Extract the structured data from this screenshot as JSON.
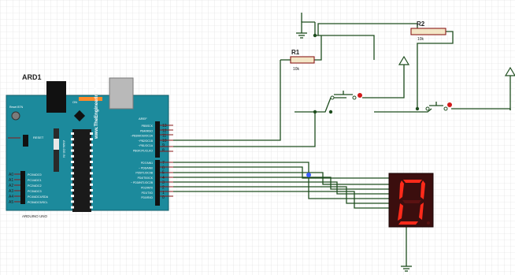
{
  "board": {
    "ref": "ARD1",
    "name": "ARDUINO UNO",
    "brand": "www.TheEngineeringProjects.com",
    "reset_label": "RESET",
    "reset_btn_label": "Reset BTN",
    "on_label": "ON",
    "aref": "AREF",
    "analog_label": "ANALOG IN",
    "digital_top_pins": [
      "13",
      "12",
      "11",
      "10",
      "9",
      "8"
    ],
    "digital_top_names": [
      "PB5/SCK",
      "PB4/MISO",
      "~PB3/MOSI/OC2A",
      "~PB2/OC1B",
      "~PB1/OC1A",
      "PB0/ICP1/CLKO"
    ],
    "digital_bottom_pins": [
      "7",
      "6",
      "5",
      "4",
      "3",
      "2",
      "1",
      "0"
    ],
    "digital_bottom_names": [
      "PD7/AIN1",
      "~ PD6/AIN0",
      "PD5/T1/OC0B",
      "PD4/T0/XCK",
      "~ PD3/INT1/OC2B",
      "PD2/INT0",
      "PD1/TXD",
      "PD0/RXD"
    ],
    "analog_pins": [
      "A0",
      "A1",
      "A2",
      "A3",
      "A4",
      "A5"
    ],
    "analog_names": [
      "PC0/ADC0",
      "PC1/ADC1",
      "PC2/ADC2",
      "PC3/ADC3",
      "PC4/ADC4/SDA",
      "PC5/ADC5/SCL"
    ]
  },
  "resistors": [
    {
      "ref": "R1",
      "value": "10k"
    },
    {
      "ref": "R2",
      "value": "10k"
    }
  ],
  "display": {
    "digit": "0"
  },
  "colors": {
    "grid": "#dcdcdc",
    "wire": "#1e4d1e",
    "board": "#1c8a9c",
    "display_body": "#3b0e0e",
    "segment": "#ff2a1a"
  }
}
